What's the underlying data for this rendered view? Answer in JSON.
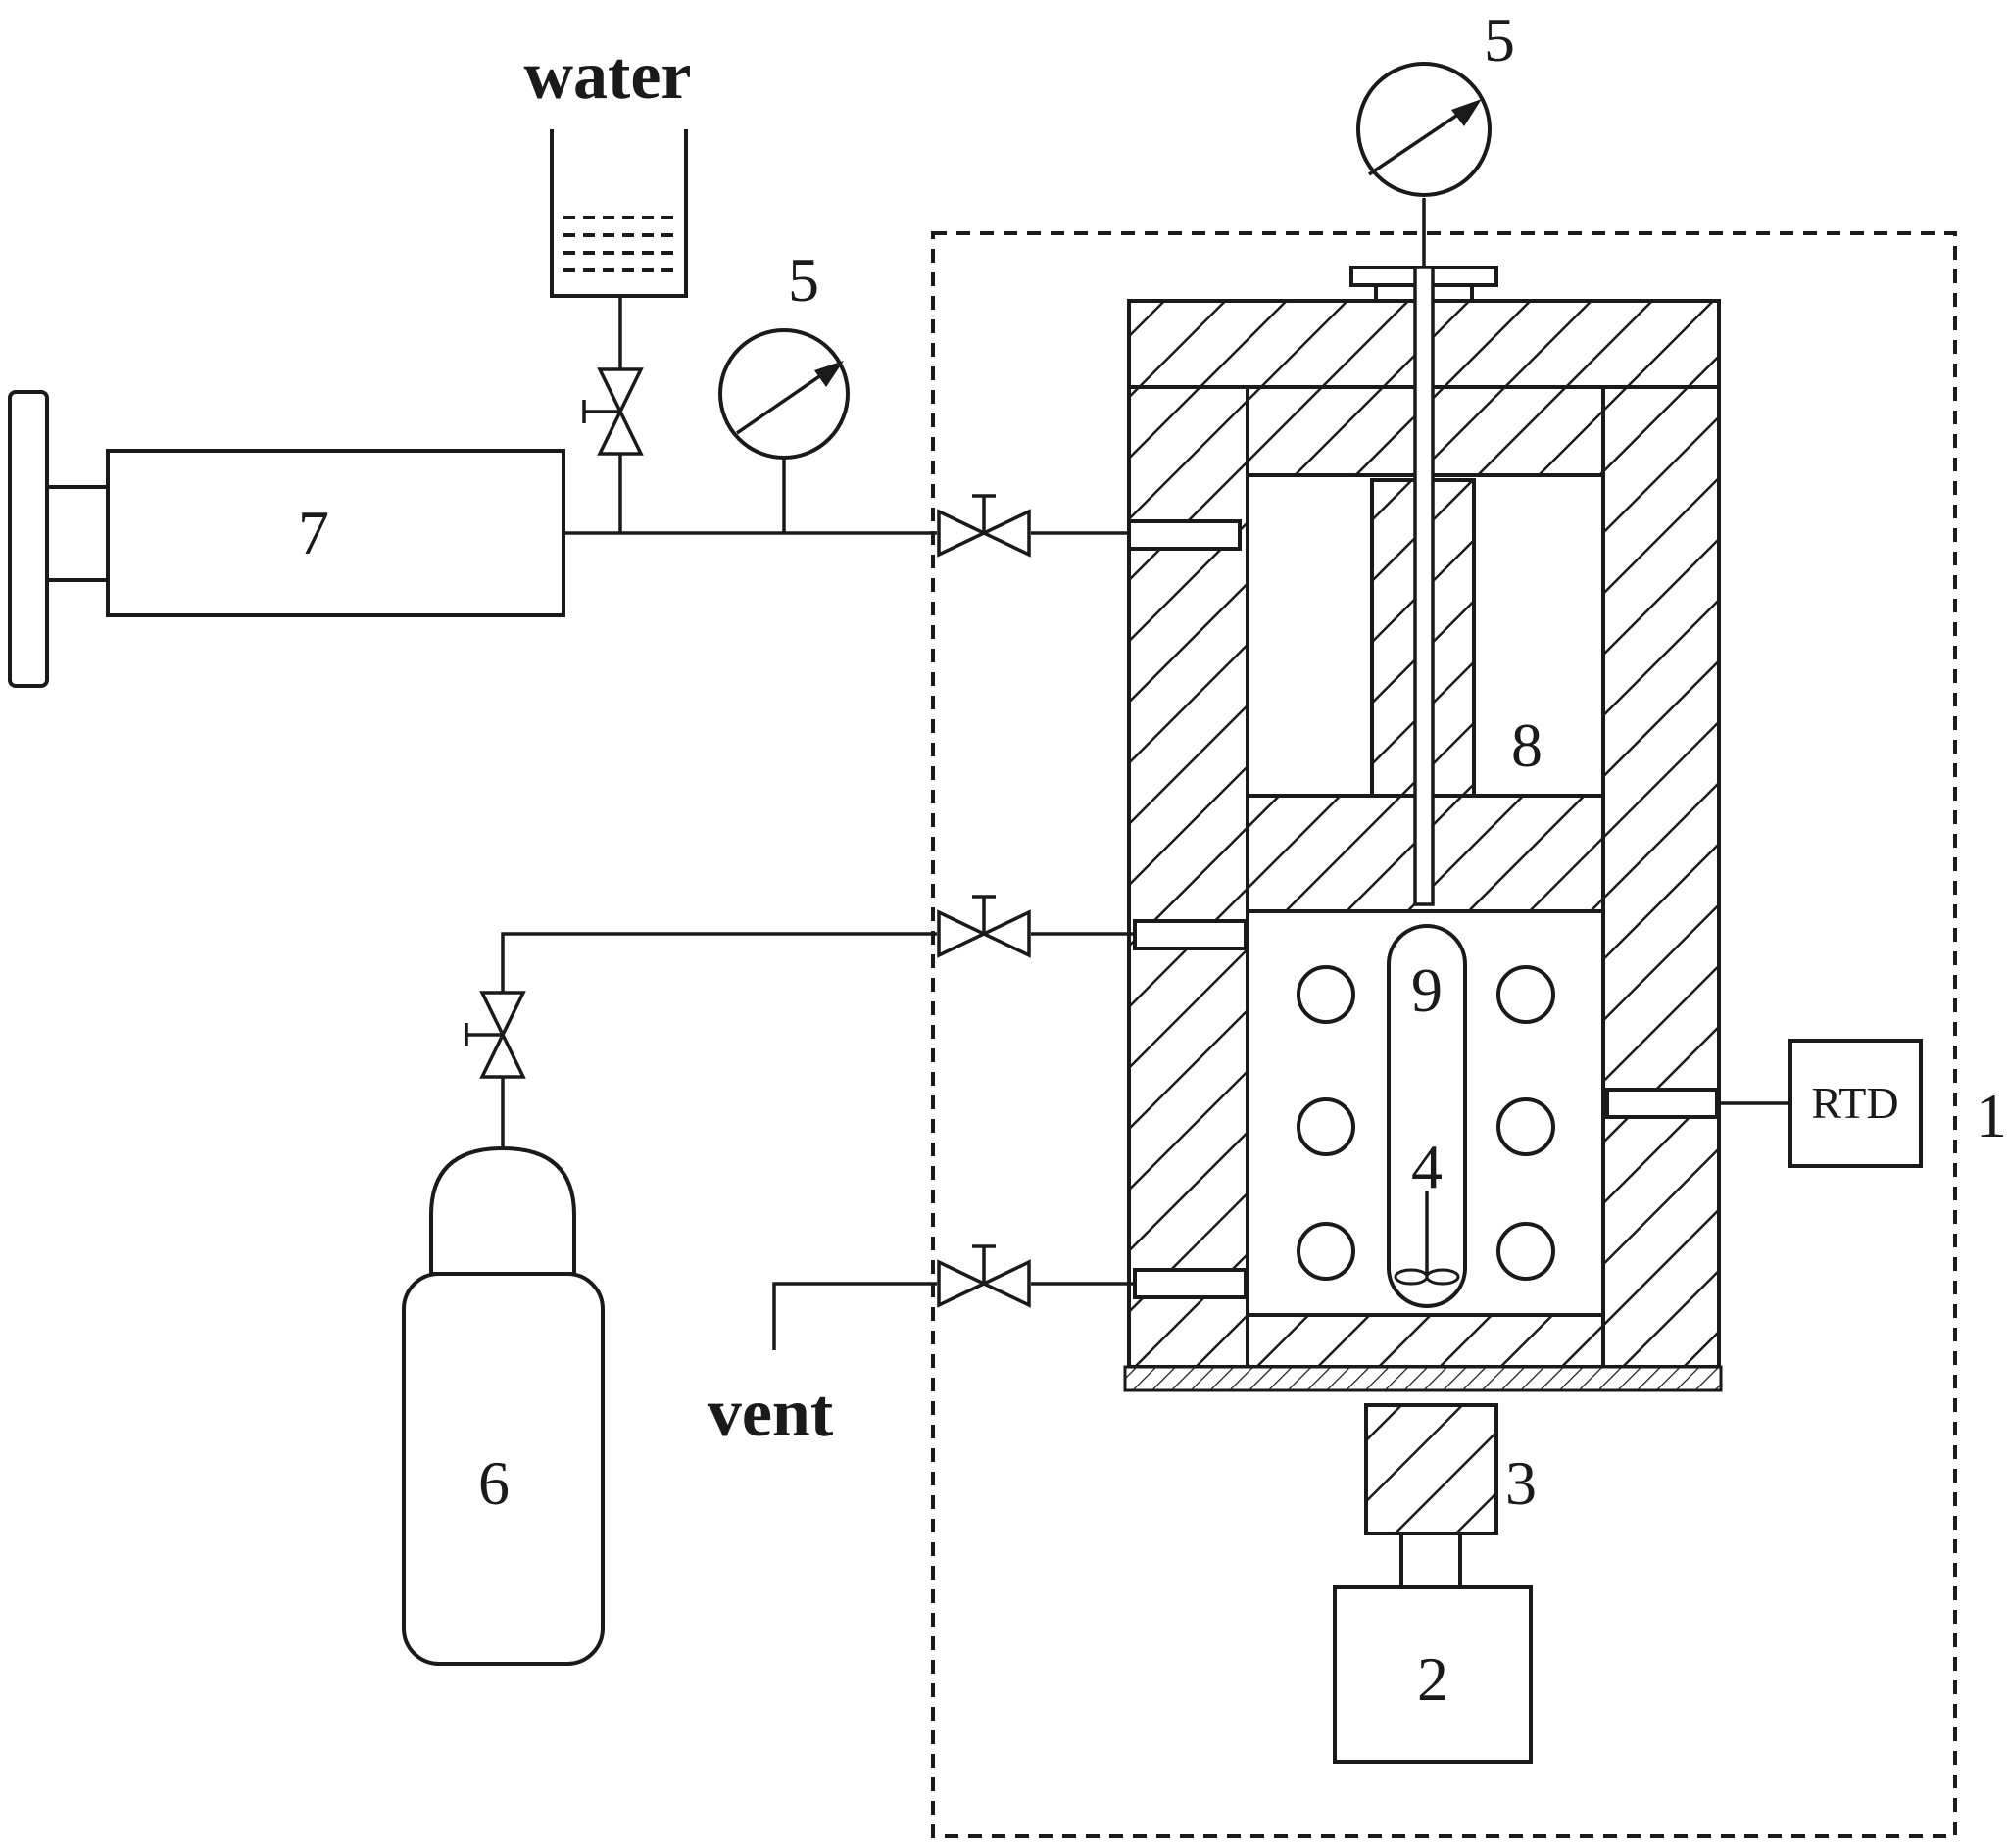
{
  "labels": {
    "water": "water",
    "vent": "vent",
    "rtd": "RTD",
    "n1": "1",
    "n2": "2",
    "n3": "3",
    "n4": "4",
    "n5_top": "5",
    "n5_mid": "5",
    "n6": "6",
    "n7": "7",
    "n8": "8",
    "n9": "9"
  },
  "colors": {
    "stroke": "#1a1a1a",
    "background": "#ffffff"
  }
}
